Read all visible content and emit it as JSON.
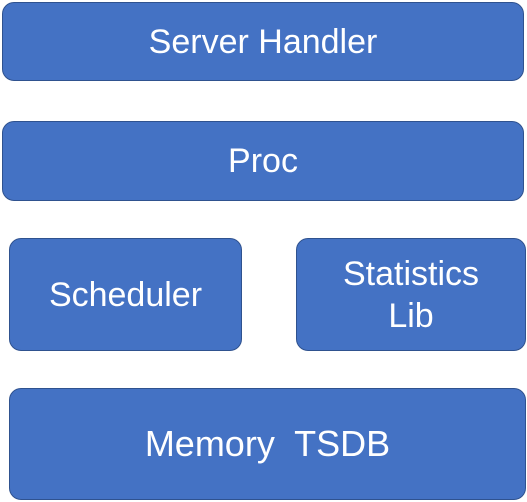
{
  "diagram": {
    "blocks": {
      "server_handler": "Server Handler",
      "proc": "Proc",
      "scheduler": "Scheduler",
      "statistics_line1": "Statistics",
      "statistics_line2": "Lib",
      "memory_tsdb": "Memory  TSDB"
    },
    "colors": {
      "block_fill": "#4472c4",
      "block_border": "#2f528f",
      "text": "#ffffff",
      "background": "#ffffff"
    }
  }
}
